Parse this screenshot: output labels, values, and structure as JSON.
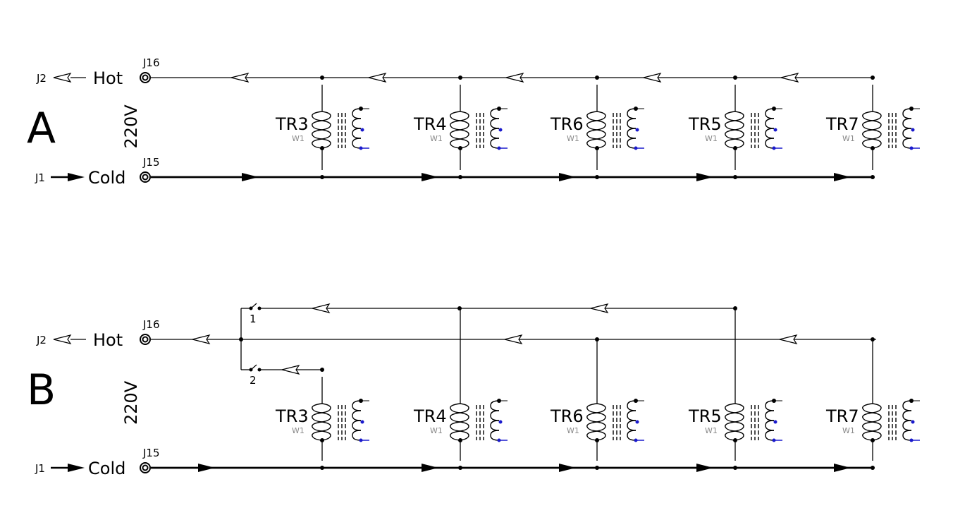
{
  "panels": [
    {
      "letter": "A",
      "voltage": "220V",
      "hot": {
        "connector": "J2",
        "label": "Hot",
        "jack": "J16"
      },
      "cold": {
        "connector": "J1",
        "label": "Cold",
        "jack": "J15"
      },
      "transformers": [
        {
          "name": "TR3",
          "winding": "W1"
        },
        {
          "name": "TR4",
          "winding": "W1"
        },
        {
          "name": "TR6",
          "winding": "W1"
        },
        {
          "name": "TR5",
          "winding": "W1"
        },
        {
          "name": "TR7",
          "winding": "W1"
        }
      ]
    },
    {
      "letter": "B",
      "voltage": "220V",
      "hot": {
        "connector": "J2",
        "label": "Hot",
        "jack": "J16"
      },
      "cold": {
        "connector": "J1",
        "label": "Cold",
        "jack": "J15"
      },
      "switches": [
        "1",
        "2"
      ],
      "transformers": [
        {
          "name": "TR3",
          "winding": "W1"
        },
        {
          "name": "TR4",
          "winding": "W1"
        },
        {
          "name": "TR6",
          "winding": "W1"
        },
        {
          "name": "TR5",
          "winding": "W1"
        },
        {
          "name": "TR7",
          "winding": "W1"
        }
      ]
    }
  ],
  "colors": {
    "wire": "#000000",
    "terminal": "#1a1acc",
    "winding_label": "#888888"
  }
}
